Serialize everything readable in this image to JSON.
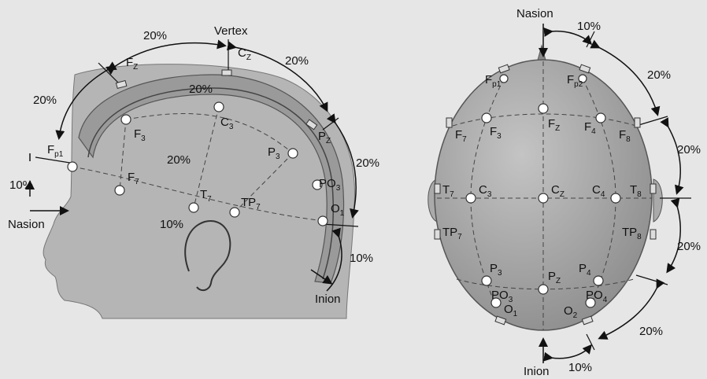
{
  "side_view": {
    "landmarks": {
      "vertex": "Vertex",
      "nasion": "Nasion",
      "inion": "Inion"
    },
    "percentages": {
      "arc_top_left": "20%",
      "arc_top_right": "20%",
      "arc_front": "20%",
      "inner_top": "20%",
      "inner_mid": "20%",
      "arc_back_upper": "20%",
      "nasion_gap": "10%",
      "ear_gap": "10%",
      "inion_gap": "10%"
    },
    "electrodes": {
      "fp1": {
        "main": "F",
        "sub": "p1"
      },
      "fz": {
        "main": "F",
        "sub": "Z"
      },
      "cz": {
        "main": "C",
        "sub": "Z"
      },
      "pz": {
        "main": "P",
        "sub": "Z"
      },
      "f3": {
        "main": "F",
        "sub": "3"
      },
      "c3": {
        "main": "C",
        "sub": "3"
      },
      "p3": {
        "main": "P",
        "sub": "3"
      },
      "f7": {
        "main": "F",
        "sub": "7"
      },
      "t7": {
        "main": "T",
        "sub": "7"
      },
      "tp7": {
        "main": "TP",
        "sub": "7"
      },
      "po3": {
        "main": "PO",
        "sub": "3"
      },
      "o1": {
        "main": "O",
        "sub": "1"
      }
    }
  },
  "top_view": {
    "landmarks": {
      "nasion": "Nasion",
      "inion": "Inion"
    },
    "percentages": {
      "top_gap": "10%",
      "right_upper": "20%",
      "right_mid_upper": "20%",
      "right_mid_lower": "20%",
      "right_lower": "20%",
      "bottom_gap": "10%"
    },
    "electrodes": {
      "fp1": {
        "main": "F",
        "sub": "p1"
      },
      "fp2": {
        "main": "F",
        "sub": "p2"
      },
      "f7": {
        "main": "F",
        "sub": "7"
      },
      "f3": {
        "main": "F",
        "sub": "3"
      },
      "fz": {
        "main": "F",
        "sub": "Z"
      },
      "f4": {
        "main": "F",
        "sub": "4"
      },
      "f8": {
        "main": "F",
        "sub": "8"
      },
      "t7": {
        "main": "T",
        "sub": "7"
      },
      "c3": {
        "main": "C",
        "sub": "3"
      },
      "cz": {
        "main": "C",
        "sub": "Z"
      },
      "c4": {
        "main": "C",
        "sub": "4"
      },
      "t8": {
        "main": "T",
        "sub": "8"
      },
      "tp7": {
        "main": "TP",
        "sub": "7"
      },
      "tp8": {
        "main": "TP",
        "sub": "8"
      },
      "p3": {
        "main": "P",
        "sub": "3"
      },
      "pz": {
        "main": "P",
        "sub": "Z"
      },
      "p4": {
        "main": "P",
        "sub": "4"
      },
      "po3": {
        "main": "PO",
        "sub": "3"
      },
      "po4": {
        "main": "PO",
        "sub": "4"
      },
      "o1": {
        "main": "O",
        "sub": "1"
      },
      "o2": {
        "main": "O",
        "sub": "2"
      }
    }
  },
  "colors": {
    "background": "#e6e6e6",
    "head_fill": "#b3b3b3",
    "scalp_fill": "#9c9c9c",
    "electrode_fill": "#ffffff",
    "line": "#222222"
  }
}
